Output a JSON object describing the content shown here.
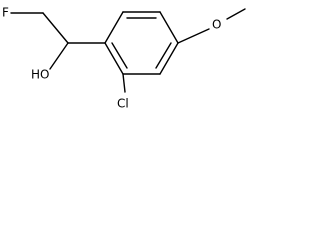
{
  "molecule": {
    "atoms": {
      "fluorine": "F",
      "hydroxyl": "HO",
      "chlorine": "Cl",
      "methoxy_oxygen": "O"
    }
  }
}
